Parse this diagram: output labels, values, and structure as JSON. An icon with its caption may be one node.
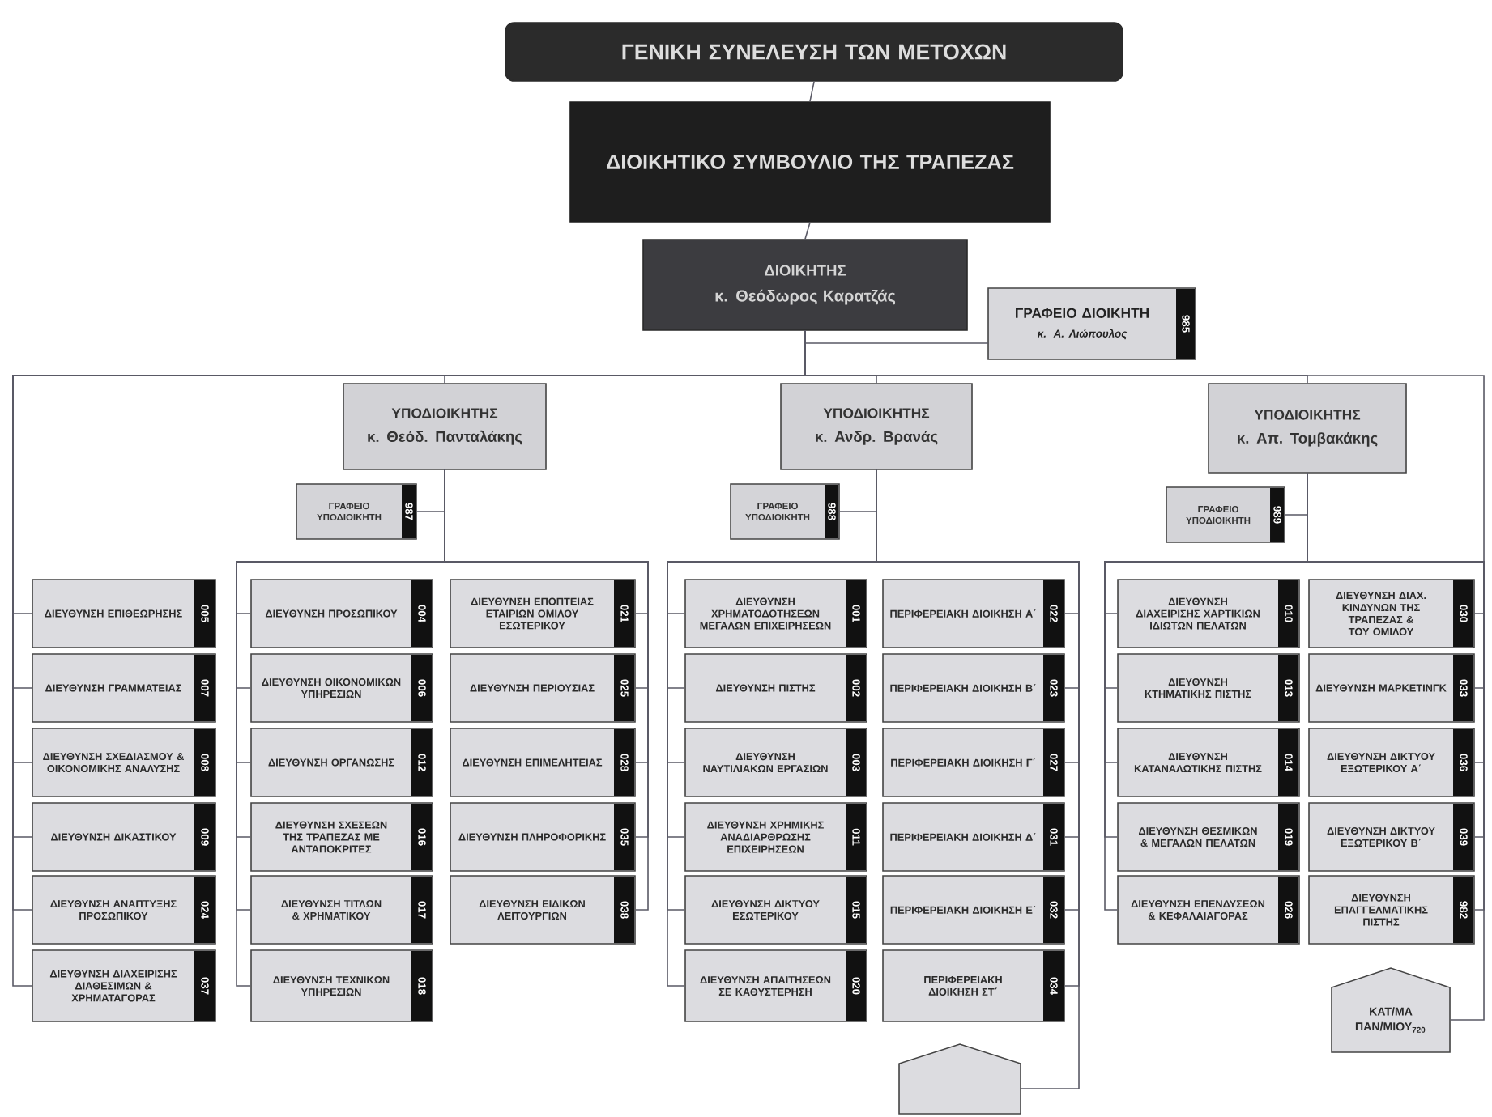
{
  "diagram": {
    "nodes": [
      {
        "text": [
          "ΓΕΝΙΚΗ ΣΥΝΕΛΕΥΣΗ ΤΩΝ ΜΕΤΟΧΩΝ"
        ]
      },
      {
        "text": [
          "ΔΙΟΙΚΗΤΙΚΟ ΣΥΜΒΟΥΛΙΟ ΤΗΣ ΤΡΑΠΕΖΑΣ"
        ]
      },
      {
        "text": [
          "ΔΙΟΙΚΗΤΗΣ",
          "κ. Θεόδωρος Καρατζάς"
        ]
      },
      {
        "text": [
          "ΓΡΑΦΕΙΟ ΔΙΟΙΚΗΤΗ",
          "κ. Α. Λιώπουλος",
          "985"
        ]
      },
      {
        "text": [
          "ΥΠΟΔΙΟΙΚΗΤΗΣ",
          "κ. Θεόδ. Πανταλάκης"
        ]
      },
      {
        "text": [
          "ΥΠΟΔΙΟΙΚΗΤΗΣ",
          "κ. Ανδρ. Βρανάς"
        ]
      },
      {
        "text": [
          "ΥΠΟΔΙΟΙΚΗΤΗΣ",
          "κ. Απ. Τομβακάκης"
        ]
      },
      {
        "text": [
          "ΓΡΑΦΕΙΟ ΥΠΟΔΙΟΙΚΗΤΗ",
          "987"
        ]
      },
      {
        "text": [
          "ΓΡΑΦΕΙΟ ΥΠΟΔΙΟΙΚΗΤΗ",
          "988"
        ]
      },
      {
        "text": [
          "ΓΡΑΦΕΙΟ ΥΠΟΔΙΟΙΚΗΤΗ",
          "989"
        ]
      },
      {
        "text": [
          "ΔΙΕΥΘΥΝΣΗ ΕΠΙΘΕΩΡΗΣΗΣ",
          "005"
        ]
      },
      {
        "text": [
          "ΔΙΕΥΘΥΝΣΗ ΓΡΑΜΜΑΤΕΙΑΣ",
          "007"
        ]
      },
      {
        "text": [
          "ΔΙΕΥΘΥΝΣΗ ΣΧΕΔΙΑΣΜΟΥ & ΟΙΚΟΝΟΜΙΚΗΣ ΑΝΑΛΥΣΗΣ",
          "008"
        ]
      },
      {
        "text": [
          "ΔΙΕΥΘΥΝΣΗ ΔΙΚΑΣΤΙΚΟΥ",
          "009"
        ]
      },
      {
        "text": [
          "ΔΙΕΥΘΥΝΣΗ ΑΝΑΠΤΥΞΗΣ ΠΡΟΣΩΠΙΚΟΥ",
          "024"
        ]
      },
      {
        "text": [
          "ΔΙΕΥΘΥΝΣΗ ΔΙΑΧΕΙΡΙΣΗΣ ΔΙΑΘΕΣΙΜΩΝ & ΧΡΗΜΑΤΑΓΟΡΑΣ",
          "037"
        ]
      },
      {
        "text": [
          "ΔΙΕΥΘΥΝΣΗ ΠΡΟΣΩΠΙΚΟΥ",
          "004"
        ]
      },
      {
        "text": [
          "ΔΙΕΥΘΥΝΣΗ ΟΙΚΟΝΟΜΙΚΩΝ ΥΠΗΡΕΣΙΩΝ",
          "006"
        ]
      },
      {
        "text": [
          "ΔΙΕΥΘΥΝΣΗ ΟΡΓΑΝΩΣΗΣ",
          "012"
        ]
      },
      {
        "text": [
          "ΔΙΕΥΘΥΝΣΗ ΣΧΕΣΕΩΝ ΤΗΣ ΤΡΑΠΕΖΑΣ ΜΕ ΑΝΤΑΠΟΚΡΙΤΕΣ",
          "016"
        ]
      },
      {
        "text": [
          "ΔΙΕΥΘΥΝΣΗ ΤΙΤΛΩΝ & ΧΡΗΜΑΤΙΚΟΥ",
          "017"
        ]
      },
      {
        "text": [
          "ΔΙΕΥΘΥΝΣΗ ΤΕΧΝΙΚΩΝ ΥΠΗΡΕΣΙΩΝ",
          "018"
        ]
      },
      {
        "text": [
          "ΔΙΕΥΘΥΝΣΗ ΕΠΟΠΤΕΙΑΣ ΕΤΑΙΡΙΩΝ ΟΜΙΛΟΥ ΕΣΩΤΕΡΙΚΟΥ",
          "021"
        ]
      },
      {
        "text": [
          "ΔΙΕΥΘΥΝΣΗ ΠΕΡΙΟΥΣΙΑΣ",
          "025"
        ]
      },
      {
        "text": [
          "ΔΙΕΥΘΥΝΣΗ ΕΠΙΜΕΛΗΤΕΙΑΣ",
          "028"
        ]
      },
      {
        "text": [
          "ΔΙΕΥΘΥΝΣΗ ΠΛΗΡΟΦΟΡΙΚΗΣ",
          "035"
        ]
      },
      {
        "text": [
          "ΔΙΕΥΘΥΝΣΗ ΕΙΔΙΚΩΝ ΛΕΙΤΟΥΡΓΙΩΝ",
          "038"
        ]
      },
      {
        "text": [
          "ΔΙΕΥΘΥΝΣΗ ΧΡΗΜΑΤΟΔΟΤΗΣΕΩΝ ΜΕΓΑΛΩΝ ΕΠΙΧΕΙΡΗΣΕΩΝ",
          "001"
        ]
      },
      {
        "text": [
          "ΔΙΕΥΘΥΝΣΗ ΠΙΣΤΗΣ",
          "002"
        ]
      },
      {
        "text": [
          "ΔΙΕΥΘΥΝΣΗ ΝΑΥΤΙΛΙΑΚΩΝ ΕΡΓΑΣΙΩΝ",
          "003"
        ]
      },
      {
        "text": [
          "ΔΙΕΥΘΥΝΣΗ ΧΡΗΜΙΚΗΣ ΑΝΑΔΙΑΡΘΡΩΣΗΣ ΕΠΙΧΕΙΡΗΣΕΩΝ",
          "011"
        ]
      },
      {
        "text": [
          "ΔΙΕΥΘΥΝΣΗ ΔΙΚΤΥΟΥ ΕΣΩΤΕΡΙΚΟΥ",
          "015"
        ]
      },
      {
        "text": [
          "ΔΙΕΥΘΥΝΣΗ ΑΠΑΙΤΗΣΕΩΝ ΣΕ ΚΑΘΥΣΤΕΡΗΣΗ",
          "020"
        ]
      },
      {
        "text": [
          "ΠΕΡΙΦΕΡΕΙΑΚΗ ΔΙΟΙΚΗΣΗ Α΄",
          "022"
        ]
      },
      {
        "text": [
          "ΠΕΡΙΦΕΡΕΙΑΚΗ ΔΙΟΙΚΗΣΗ Β΄",
          "023"
        ]
      },
      {
        "text": [
          "ΠΕΡΙΦΕΡΕΙΑΚΗ ΔΙΟΙΚΗΣΗ Γ΄",
          "027"
        ]
      },
      {
        "text": [
          "ΠΕΡΙΦΕΡΕΙΑΚΗ ΔΙΟΙΚΗΣΗ Δ΄",
          "031"
        ]
      },
      {
        "text": [
          "ΠΕΡΙΦΕΡΕΙΑΚΗ ΔΙΟΙΚΗΣΗ Ε΄",
          "032"
        ]
      },
      {
        "text": [
          "ΠΕΡΙΦΕΡΕΙΑΚΗ ΔΙΟΙΚΗΣΗ ΣΤ΄",
          "034"
        ]
      },
      {
        "text": [
          "ΔΙΕΥΘΥΝΣΗ ΔΙΑΧΕΙΡΙΣΗΣ ΧΑΡΤΙΚΙΩΝ ΙΔΙΩΤΩΝ ΠΕΛΑΤΩΝ",
          "010"
        ]
      },
      {
        "text": [
          "ΔΙΕΥΘΥΝΣΗ ΚΤΗΜΑΤΙΚΗΣ ΠΙΣΤΗΣ",
          "013"
        ]
      },
      {
        "text": [
          "ΔΙΕΥΘΥΝΣΗ ΚΑΤΑΝΑΛΩΤΙΚΗΣ ΠΙΣΤΗΣ",
          "014"
        ]
      },
      {
        "text": [
          "ΔΙΕΥΘΥΝΣΗ ΘΕΣΜΙΚΩΝ & ΜΕΓΑΛΩΝ ΠΕΛΑΤΩΝ",
          "019"
        ]
      },
      {
        "text": [
          "ΔΙΕΥΘΥΝΣΗ ΕΠΕΝΔΥΣΕΩΝ & ΚΕΦΑΛΑΙΑΓΟΡΑΣ",
          "026"
        ]
      },
      {
        "text": [
          "ΔΙΕΥΘΥΝΣΗ ΔΙΑΧ. ΚΙΝΔΥΝΩΝ ΤΗΣ ΤΡΑΠΕΖΑΣ & ΤΟΥ ΟΜΙΛΟΥ",
          "030"
        ]
      },
      {
        "text": [
          "ΔΙΕΥΘΥΝΣΗ ΜΑΡΚΕΤΙΝΓΚ",
          "033"
        ]
      },
      {
        "text": [
          "ΔΙΕΥΘΥΝΣΗ ΔΙΚΤΥΟΥ ΕΞΩΤΕΡΙΚΟΥ Α΄",
          "036"
        ]
      },
      {
        "text": [
          "ΔΙΕΥΘΥΝΣΗ ΔΙΚΤΥΟΥ ΕΞΩΤΕΡΙΚΟΥ Β΄",
          "039"
        ]
      },
      {
        "text": [
          "ΔΙΕΥΘΥΝΣΗ ΕΠΑΓΓΕΛΜΑΤΙΚΗΣ ΠΙΣΤΗΣ",
          "982"
        ]
      },
      {
        "text": [],
        "shape": "pentagon"
      },
      {
        "text": [
          "ΚΑΤ/ΜΑ ΠΑΝ/ΜΙΟΥ$_{720}$"
        ]
      }
    ],
    "edges": [
      {
        "from": 0,
        "to": 1,
        "arrow": "none"
      },
      {
        "from": 1,
        "to": 2,
        "arrow": "none"
      },
      {
        "from": 2,
        "to": 3,
        "arrow": "none"
      },
      {
        "from": 2,
        "to": 4,
        "arrow": "none"
      },
      {
        "from": 2,
        "to": 5,
        "arrow": "none"
      },
      {
        "from": 2,
        "to": 6,
        "arrow": "none"
      },
      {
        "from": 2,
        "to": 10,
        "arrow": "none"
      },
      {
        "from": 2,
        "to": 11,
        "arrow": "none"
      },
      {
        "from": 2,
        "to": 12,
        "arrow": "none"
      },
      {
        "from": 2,
        "to": 13,
        "arrow": "none"
      },
      {
        "from": 2,
        "to": 14,
        "arrow": "none"
      },
      {
        "from": 2,
        "to": 15,
        "arrow": "none"
      },
      {
        "from": 2,
        "to": 50,
        "arrow": "none"
      },
      {
        "from": 4,
        "to": 7,
        "arrow": "none"
      },
      {
        "from": 4,
        "to": 16,
        "arrow": "none"
      },
      {
        "from": 4,
        "to": 17,
        "arrow": "none"
      },
      {
        "from": 4,
        "to": 18,
        "arrow": "none"
      },
      {
        "from": 4,
        "to": 19,
        "arrow": "none"
      },
      {
        "from": 4,
        "to": 20,
        "arrow": "none"
      },
      {
        "from": 4,
        "to": 21,
        "arrow": "none"
      },
      {
        "from": 4,
        "to": 22,
        "arrow": "none"
      },
      {
        "from": 4,
        "to": 23,
        "arrow": "none"
      },
      {
        "from": 4,
        "to": 24,
        "arrow": "none"
      },
      {
        "from": 4,
        "to": 25,
        "arrow": "none"
      },
      {
        "from": 4,
        "to": 26,
        "arrow": "none"
      },
      {
        "from": 5,
        "to": 8,
        "arrow": "none"
      },
      {
        "from": 5,
        "to": 27,
        "arrow": "none"
      },
      {
        "from": 5,
        "to": 28,
        "arrow": "none"
      },
      {
        "from": 5,
        "to": 29,
        "arrow": "none"
      },
      {
        "from": 5,
        "to": 30,
        "arrow": "none"
      },
      {
        "from": 5,
        "to": 31,
        "arrow": "none"
      },
      {
        "from": 5,
        "to": 32,
        "arrow": "none"
      },
      {
        "from": 5,
        "to": 33,
        "arrow": "none"
      },
      {
        "from": 5,
        "to": 34,
        "arrow": "none"
      },
      {
        "from": 5,
        "to": 35,
        "arrow": "none"
      },
      {
        "from": 5,
        "to": 36,
        "arrow": "none"
      },
      {
        "from": 5,
        "to": 37,
        "arrow": "none"
      },
      {
        "from": 5,
        "to": 38,
        "arrow": "none"
      },
      {
        "from": 5,
        "to": 49,
        "arrow": "none"
      },
      {
        "from": 6,
        "to": 9,
        "arrow": "none"
      },
      {
        "from": 6,
        "to": 39,
        "arrow": "none"
      },
      {
        "from": 6,
        "to": 40,
        "arrow": "none"
      },
      {
        "from": 6,
        "to": 41,
        "arrow": "none"
      },
      {
        "from": 6,
        "to": 42,
        "arrow": "none"
      },
      {
        "from": 6,
        "to": 43,
        "arrow": "none"
      },
      {
        "from": 6,
        "to": 44,
        "arrow": "none"
      },
      {
        "from": 6,
        "to": 45,
        "arrow": "none"
      },
      {
        "from": 6,
        "to": 46,
        "arrow": "none"
      },
      {
        "from": 6,
        "to": 47,
        "arrow": "none"
      },
      {
        "from": 6,
        "to": 48,
        "arrow": "none"
      }
    ]
  }
}
